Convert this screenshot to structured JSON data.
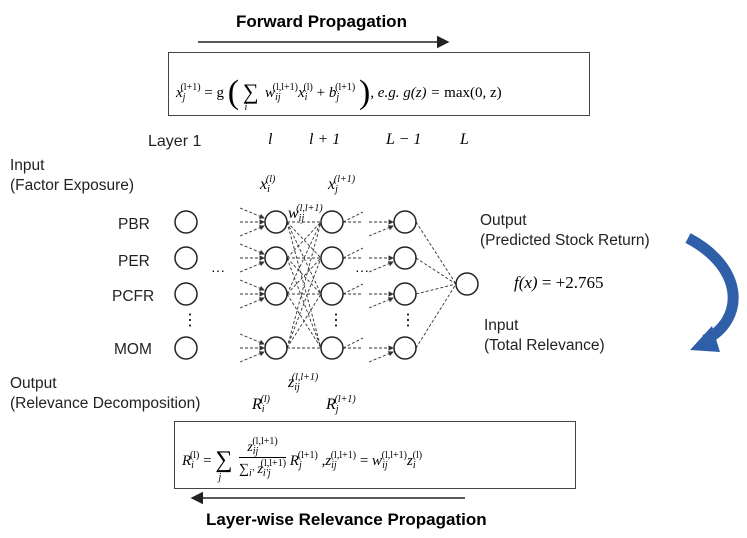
{
  "titles": {
    "forward": "Forward Propagation",
    "backward": "Layer-wise Relevance Propagation"
  },
  "forward_formula": {
    "lhs": "x",
    "lhs_sub": "j",
    "lhs_sup": "(l+1)",
    "eq": "= g",
    "sum": "∑",
    "sum_sub": "i",
    "w": "w",
    "w_sub": "ij",
    "w_sup": "(l,l+1)",
    "x": "x",
    "x_sub": "i",
    "x_sup": "(l)",
    "plus": "+",
    "b": "b",
    "b_sub": "j",
    "b_sup": "(l+1)",
    "eg": ", e.g. g(z) = ",
    "max": "max(0, z)"
  },
  "layers": {
    "layer1": "Layer 1",
    "l": "l",
    "l_plus_1": "l + 1",
    "L_minus_1": "L − 1",
    "L": "L"
  },
  "input_label": {
    "line1": "Input",
    "line2": "(Factor Exposure)"
  },
  "features": [
    "PBR",
    "PER",
    "PCFR",
    "MOM"
  ],
  "vertical_ellipsis": "⋮",
  "horizontal_ellipsis": "···",
  "node_labels": {
    "x_i": "x",
    "x_i_sub": "i",
    "x_i_sup": "(l)",
    "x_j": "x",
    "x_j_sub": "j",
    "x_j_sup": "(l+1)",
    "w_ij": "w",
    "w_ij_sub": "ij",
    "w_ij_sup": "(l,l+1)",
    "z_ij": "z",
    "z_ij_sub": "ij",
    "z_ij_sup": "(l,l+1)",
    "R_i": "R",
    "R_i_sub": "i",
    "R_i_sup": "(l)",
    "R_j": "R",
    "R_j_sub": "j",
    "R_j_sup": "(l+1)"
  },
  "output_label": {
    "line1": "Output",
    "line2": "(Predicted Stock Return)"
  },
  "prediction": {
    "lhs": "f(x)",
    "rhs": " = +2.765"
  },
  "relevance_input": {
    "line1": "Input",
    "line2": "(Total Relevance)"
  },
  "relevance_output": {
    "line1": "Output",
    "line2": "(Relevance Decomposition)"
  },
  "backward_formula": {
    "R": "R",
    "R_sub": "i",
    "R_sup": "(l)",
    "eq": "=",
    "sum": "∑",
    "sum_sub": "j",
    "num": "z",
    "num_sub": "ij",
    "num_sup": "(l,l+1)",
    "den_sum": "∑",
    "den_sub": "i′",
    "den_z": "z",
    "den_z_sub": "i′j",
    "den_z_sup": "(l,l+1)",
    "Rj": "R",
    "Rj_sub": "j",
    "Rj_sup": "(l+1)",
    "comma": ",",
    "z2": "z",
    "z2_sub": "ij",
    "z2_sup": "(l,l+1)",
    "eq2": "=",
    "w": "w",
    "w_sub": "ij",
    "w_sup": "(l,l+1)",
    "zi": "z",
    "zi_sub": "i",
    "zi_sup": "(l)"
  },
  "colors": {
    "curved_arrow": "#2f5fa8",
    "lines": "#333333"
  }
}
